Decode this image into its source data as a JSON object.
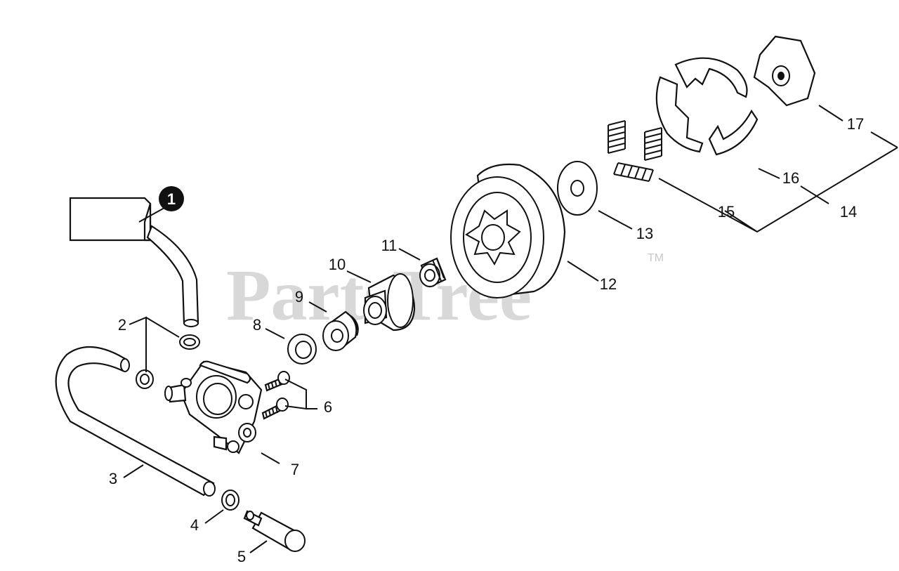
{
  "watermark": {
    "text": "PartsTree",
    "trademark": "TM"
  },
  "callouts": [
    {
      "id": "1",
      "label": "1",
      "style": "filled-circle"
    },
    {
      "id": "2",
      "label": "2"
    },
    {
      "id": "3",
      "label": "3"
    },
    {
      "id": "4",
      "label": "4"
    },
    {
      "id": "5",
      "label": "5"
    },
    {
      "id": "6",
      "label": "6"
    },
    {
      "id": "7",
      "label": "7"
    },
    {
      "id": "8",
      "label": "8"
    },
    {
      "id": "9",
      "label": "9"
    },
    {
      "id": "10",
      "label": "10"
    },
    {
      "id": "11",
      "label": "11"
    },
    {
      "id": "12",
      "label": "12"
    },
    {
      "id": "13",
      "label": "13"
    },
    {
      "id": "14",
      "label": "14"
    },
    {
      "id": "15",
      "label": "15"
    },
    {
      "id": "16",
      "label": "16"
    },
    {
      "id": "17",
      "label": "17"
    }
  ]
}
